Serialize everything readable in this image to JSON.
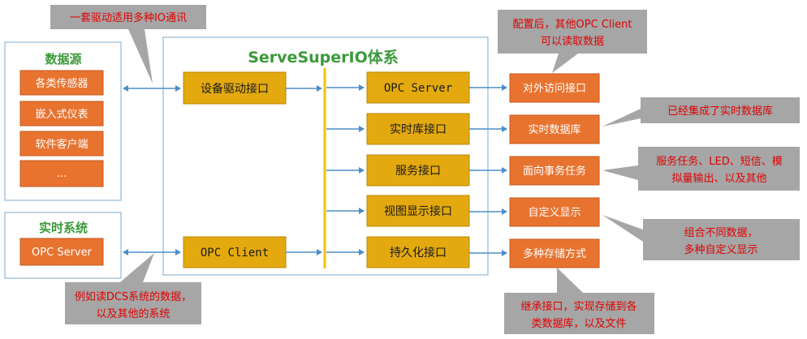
{
  "colors": {
    "orange": "#e8732f",
    "orange_border": "#c05a1e",
    "gold": "#e3a90e",
    "gold_border": "#b88806",
    "gray_callout": "#a6a6a6",
    "panel_border": "#a9c6dd",
    "arrow_blue": "#4b8dc7",
    "bus_yellow": "#f2c200",
    "red_text": "#e00000",
    "heading_green": "#3a9a3a"
  },
  "data_source": {
    "title": "数据源",
    "items": [
      "各类传感器",
      "嵌入式仪表",
      "软件客户端",
      "..."
    ]
  },
  "realtime_system": {
    "title": "实时系统",
    "item": "OPC Server"
  },
  "system": {
    "title": "ServeSuperIO体系",
    "driver_interface": "设备驱动接口",
    "opc_client": "OPC Client",
    "modules": [
      "OPC Server",
      "实时库接口",
      "服务接口",
      "视图显示接口",
      "持久化接口"
    ]
  },
  "outputs": [
    "对外访问接口",
    "实时数据库",
    "面向事务任务",
    "自定义显示",
    "多种存储方式"
  ],
  "callouts": {
    "driver_note": "一套驱动适用多种IO通讯",
    "opc_note_line1": "配置后，其他OPC Client",
    "opc_note_line2": "可以读取数据",
    "rtdb_note": "已经集成了实时数据库",
    "task_note_line1": "服务任务、LED、短信、模",
    "task_note_line2": "拟量输出、以及其他",
    "display_note_line1": "组合不同数据，",
    "display_note_line2": "多种自定义显示",
    "dcs_note_line1": "例如读DCS系统的数据，",
    "dcs_note_line2": "以及其他的系统",
    "storage_note_line1": "继承接口，实现存储到各",
    "storage_note_line2": "类数据库，以及文件"
  }
}
